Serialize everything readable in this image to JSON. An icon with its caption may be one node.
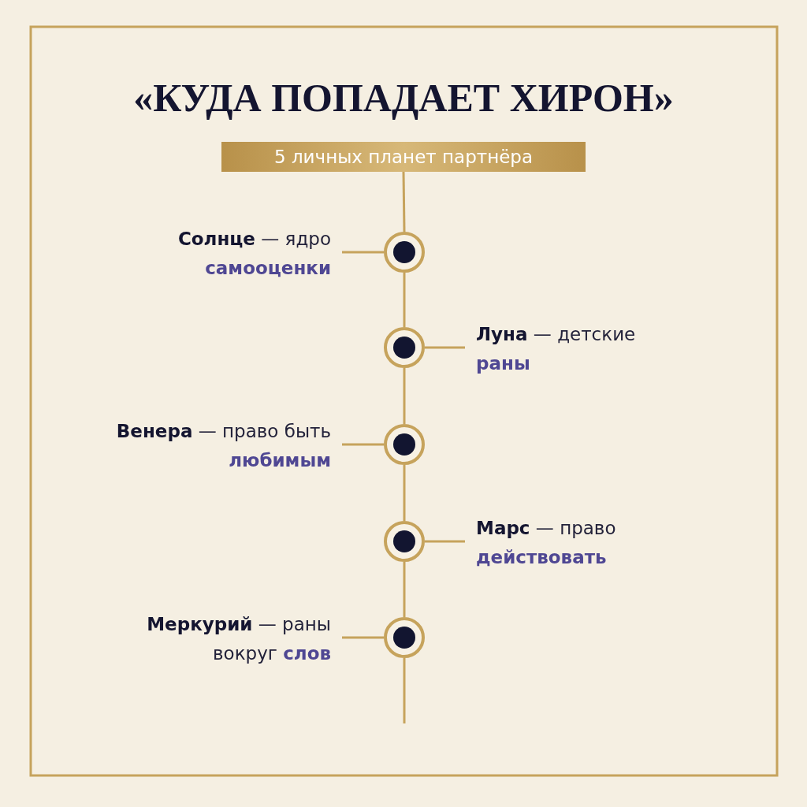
{
  "diagram": {
    "title": "«КУДА ПОПАДАЕТ ХИРОН»",
    "nodes": [
      {
        "text": [
          "5 личных планет партнёра"
        ]
      },
      {
        "text": [],
        "shape": "circle"
      },
      {
        "text": [],
        "shape": "circle"
      },
      {
        "text": [],
        "shape": "circle"
      },
      {
        "text": [],
        "shape": "circle"
      },
      {
        "text": [],
        "shape": "circle"
      },
      {
        "text": [
          "**Солнце** — ядро **самооценки**"
        ]
      },
      {
        "text": [
          "**Луна** — детские **раны**"
        ]
      },
      {
        "text": [
          "**Венера** — право быть **любимым**"
        ]
      },
      {
        "text": [
          "**Марс** — право **действовать**"
        ]
      },
      {
        "text": [
          "**Меркурий** — раны вокруг **слов**"
        ]
      }
    ],
    "edges": [
      {
        "from": 0,
        "to": 1,
        "arrow": "none"
      },
      {
        "from": 1,
        "to": 2,
        "arrow": "none"
      },
      {
        "from": 2,
        "to": 3,
        "arrow": "none"
      },
      {
        "from": 3,
        "to": 4,
        "arrow": "none"
      },
      {
        "from": 4,
        "to": 5,
        "arrow": "none"
      },
      {
        "from": 5,
        "to": null,
        "arrow": "none"
      },
      {
        "from": 6,
        "to": 1,
        "arrow": "none"
      },
      {
        "from": 7,
        "to": 2,
        "arrow": "none"
      },
      {
        "from": 8,
        "to": 3,
        "arrow": "none"
      },
      {
        "from": 9,
        "to": 4,
        "arrow": "none"
      },
      {
        "from": 10,
        "to": 5,
        "arrow": "none"
      }
    ]
  }
}
